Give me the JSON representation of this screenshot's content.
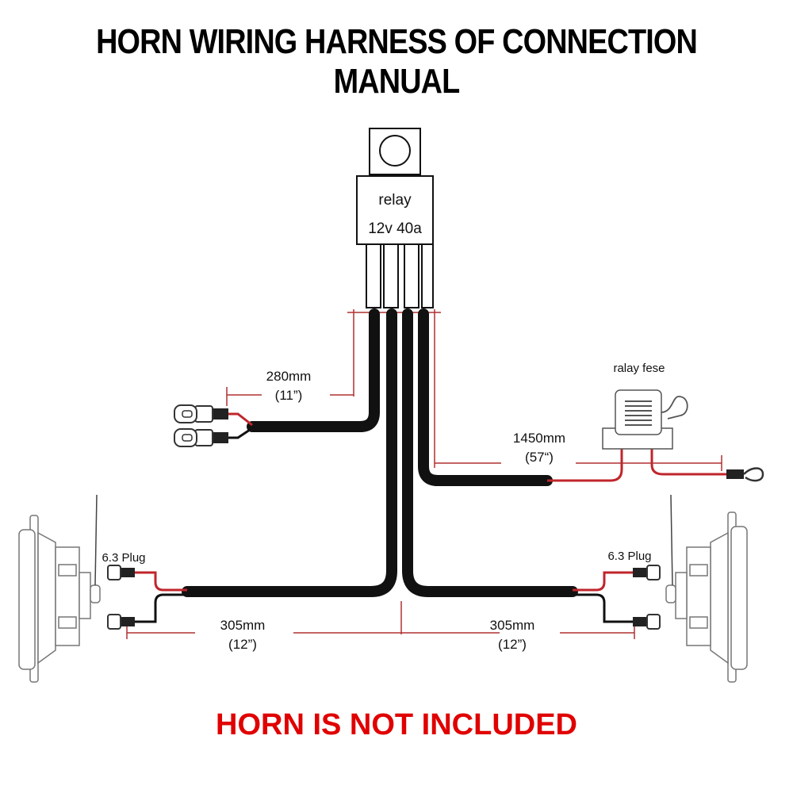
{
  "title": "HORN WIRING HARNESS OF CONNECTION MANUAL",
  "relay": {
    "name": "relay",
    "rating": "12v 40a"
  },
  "fuse": {
    "label": "ralay fese"
  },
  "dimensions": {
    "switch_wire": {
      "mm": "280mm",
      "inch": "(11”)"
    },
    "power_wire": {
      "mm": "1450mm",
      "inch": "(57“)"
    },
    "left_horn_wire": {
      "mm": "305mm",
      "inch": "(12”)"
    },
    "right_horn_wire": {
      "mm": "305mm",
      "inch": "(12”)"
    }
  },
  "plugs": {
    "left": "6.3 Plug",
    "right": "6.3 Plug"
  },
  "footer": "HORN IS NOT INCLUDED",
  "colors": {
    "wire": "#111111",
    "lead_red": "#c0262b",
    "dimension_line": "#b03030",
    "notice": "#e00000"
  }
}
